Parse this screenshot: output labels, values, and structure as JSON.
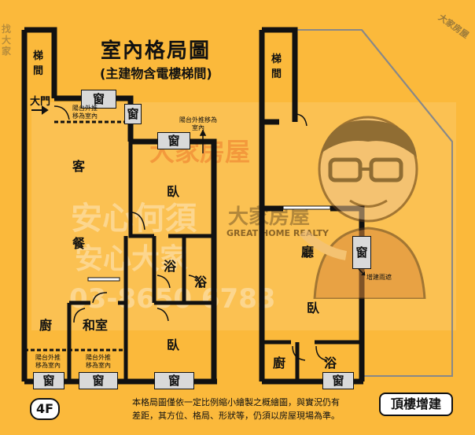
{
  "title": "室內格局圖",
  "subtitle": "(主建物含電樓梯間)",
  "floor_label": "4F",
  "rooftop_label": "頂樓增建",
  "note_lines": [
    "本格局圖僅依一定比例縮小繪製之概繪圖，與實況仍有",
    "差距，其方位、格局、形狀等，仍須以房屋現場為準。"
  ],
  "rooms_left": {
    "stairs": "梯間",
    "main_door": "大門",
    "living": "客",
    "dining": "餐",
    "bedroom1": "臥",
    "bath1": "浴",
    "bath2": "浴",
    "kitchen": "廚",
    "japanese_room": "和室",
    "bedroom2": "臥"
  },
  "rooms_right": {
    "stairs": "梯間",
    "hall": "廳",
    "bedroom": "臥",
    "kitchen": "廚",
    "bath": "浴"
  },
  "window_label": "窗",
  "balcony_notes": {
    "top": "陽台外推\n移為室內",
    "upper_right": "陽台外推移為室內",
    "bottom_left": "陽台外推\n移為室內",
    "bottom_mid": "陽台外推\n移為室內"
  },
  "addition_rain_shelter": "增建雨遮",
  "watermarks": {
    "brand_cn": "大家房屋",
    "brand_en": "GREAT HOME REALTY",
    "slogan1": "安心何須",
    "slogan2": "安心大家",
    "phone": "03-8650 6783",
    "side_cn": "找大家",
    "corner": "大家房屋"
  },
  "colors": {
    "background": "#fbb93b",
    "wall": "#111111",
    "window_fill": "#d9d9d9",
    "watermark": "#ffffff"
  }
}
